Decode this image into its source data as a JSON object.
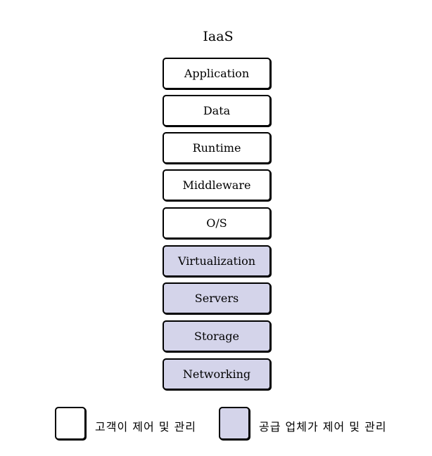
{
  "title": "IaaS",
  "colors": {
    "customer_managed": "#ffffff",
    "provider_managed": "#d4d4ea",
    "border": "#000000"
  },
  "layers": [
    {
      "label": "Application",
      "managed_by": "customer"
    },
    {
      "label": "Data",
      "managed_by": "customer"
    },
    {
      "label": "Runtime",
      "managed_by": "customer"
    },
    {
      "label": "Middleware",
      "managed_by": "customer"
    },
    {
      "label": "O/S",
      "managed_by": "customer"
    },
    {
      "label": "Virtualization",
      "managed_by": "provider"
    },
    {
      "label": "Servers",
      "managed_by": "provider"
    },
    {
      "label": "Storage",
      "managed_by": "provider"
    },
    {
      "label": "Networking",
      "managed_by": "provider"
    }
  ],
  "legend": {
    "customer_label": "고객이 제어 및 관리",
    "provider_label": "공급 업체가 제어 및 관리"
  }
}
